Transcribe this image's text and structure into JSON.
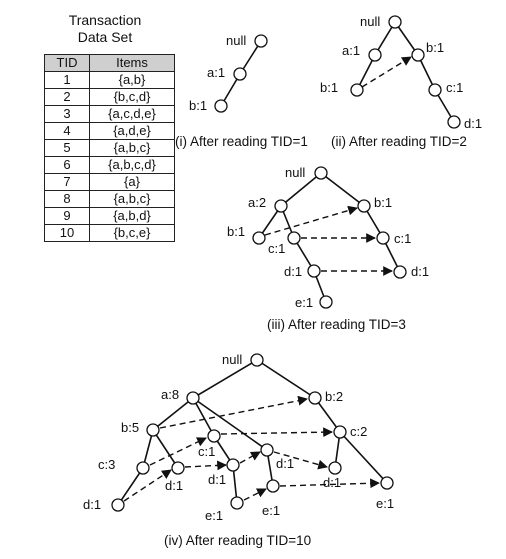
{
  "table": {
    "title_line1": "Transaction",
    "title_line2": "Data Set",
    "col_tid": "TID",
    "col_items": "Items",
    "rows": [
      {
        "tid": "1",
        "items": "{a,b}"
      },
      {
        "tid": "2",
        "items": "{b,c,d}"
      },
      {
        "tid": "3",
        "items": "{a,c,d,e}"
      },
      {
        "tid": "4",
        "items": "{a,d,e}"
      },
      {
        "tid": "5",
        "items": "{a,b,c}"
      },
      {
        "tid": "6",
        "items": "{a,b,c,d}"
      },
      {
        "tid": "7",
        "items": "{a}"
      },
      {
        "tid": "8",
        "items": "{a,b,c}"
      },
      {
        "tid": "9",
        "items": "{a,b,d}"
      },
      {
        "tid": "10",
        "items": "{b,c,e}"
      }
    ]
  },
  "trees": {
    "t1": {
      "caption": "(i) After reading TID=1",
      "null": "null",
      "a": "a:1",
      "b": "b:1"
    },
    "t2": {
      "caption": "(ii) After reading TID=2",
      "null": "null",
      "a": "a:1",
      "b_a": "b:1",
      "b": "b:1",
      "c": "c:1",
      "d": "d:1"
    },
    "t3": {
      "caption": "(iii) After reading TID=3",
      "null": "null",
      "a": "a:2",
      "b_a": "b:1",
      "c_a": "c:1",
      "d_c": "d:1",
      "e": "e:1",
      "b": "b:1",
      "c": "c:1",
      "d": "d:1"
    },
    "t4": {
      "caption": "(iv) After reading TID=10",
      "null": "null",
      "a": "a:8",
      "b_a": "b:5",
      "c_ab": "c:3",
      "d_abc": "d:1",
      "d_ab": "d:1",
      "c_a": "c:1",
      "d_ac": "d:1",
      "e_acd": "e:1",
      "d_a": "d:1",
      "e_ad": "e:1",
      "b": "b:2",
      "c_b": "c:2",
      "d_bc": "d:1",
      "e_bc": "e:1"
    }
  }
}
